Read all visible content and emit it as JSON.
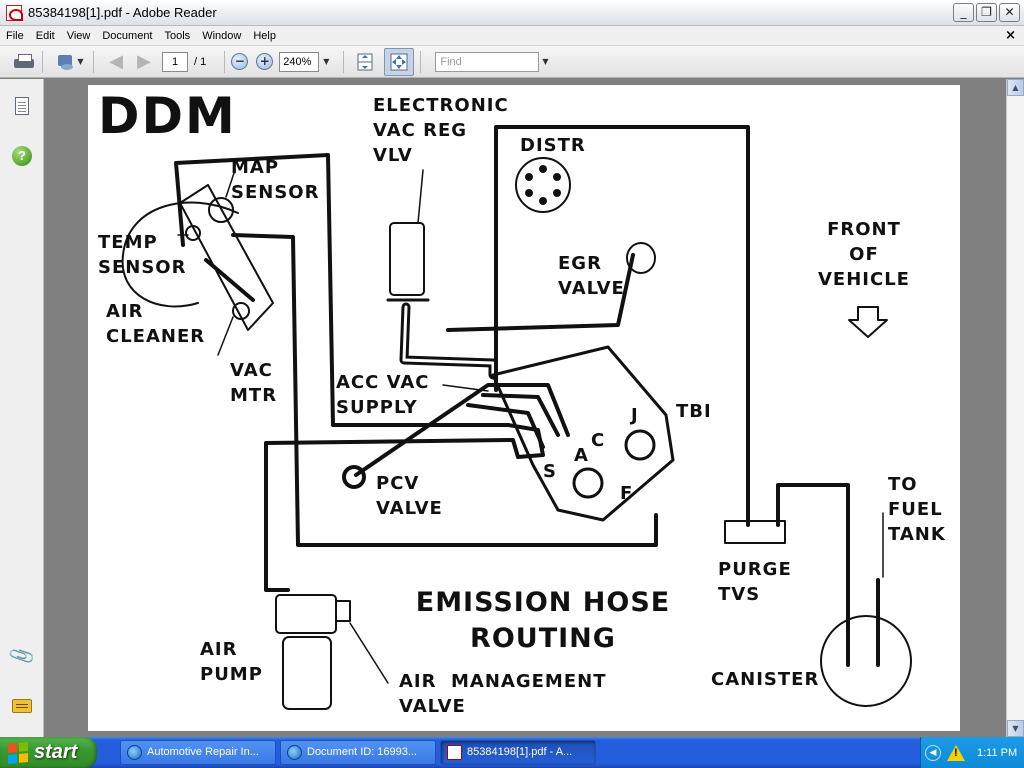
{
  "window": {
    "title": "85384198[1].pdf - Adobe Reader",
    "controls": {
      "minimize": "_",
      "restore": "❐",
      "close": "✕"
    }
  },
  "menu": {
    "items": [
      "File",
      "Edit",
      "View",
      "Document",
      "Tools",
      "Window",
      "Help"
    ],
    "doc_close": "×"
  },
  "toolbar": {
    "page_current": "1",
    "page_total": "/ 1",
    "zoom": "240%",
    "zoom_out": "−",
    "zoom_in": "+",
    "find_placeholder": "Find"
  },
  "diagram": {
    "title": "DDM",
    "heading": [
      "EMISSION HOSE",
      "ROUTING"
    ],
    "labels": {
      "electronic_vac_reg_vlv": "ELECTRONIC\nVAC REG\nVLV",
      "distr": "DISTR",
      "map_sensor": "MAP\nSENSOR",
      "temp_sensor": "TEMP\nSENSOR",
      "air_cleaner": "AIR\nCLEANER",
      "vac_mtr": "VAC\nMTR",
      "egr_valve": "EGR\nVALVE",
      "front_of_vehicle": "FRONT\nOF\nVEHICLE",
      "acc_vac_supply": "ACC VAC\nSUPPLY",
      "tbi": "TBI",
      "port_j": "J",
      "port_c": "C",
      "port_a": "A",
      "port_s": "S",
      "port_f": "F",
      "pcv_valve": "PCV\nVALVE",
      "purge_tvs": "PURGE\nTVS",
      "to_fuel_tank": "TO\nFUEL\nTANK",
      "canister": "CANISTER",
      "air_pump": "AIR\nPUMP",
      "air_management_valve": "AIR  MANAGEMENT\nVALVE"
    }
  },
  "taskbar": {
    "start": "start",
    "tasks": [
      "Automotive Repair In...",
      "Document ID: 16993...",
      "85384198[1].pdf - A..."
    ],
    "clock": "1:11 PM"
  },
  "colors": {
    "taskbar_blue": "#245edc",
    "start_green": "#3a9a32",
    "doc_bg": "#808080"
  }
}
